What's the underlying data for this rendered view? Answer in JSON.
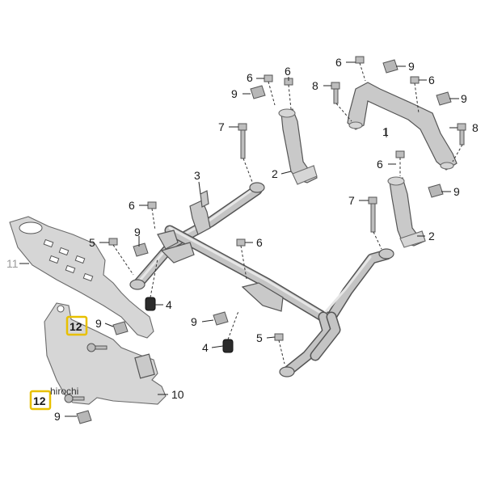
{
  "labels": {
    "l1": "1",
    "l2a": "2",
    "l2b": "2",
    "l3": "3",
    "l4a": "4",
    "l4b": "4",
    "l5a": "5",
    "l5b": "5",
    "l6a": "6",
    "l6b": "6",
    "l6c": "6",
    "l6d": "6",
    "l6e": "6",
    "l6f": "6",
    "l6g": "6",
    "l7a": "7",
    "l7b": "7",
    "l8a": "8",
    "l8b": "8",
    "l9a": "9",
    "l9b": "9",
    "l9c": "9",
    "l9d": "9",
    "l9e": "9",
    "l9f": "9",
    "l9g": "9",
    "l9h": "9",
    "l10": "10",
    "l11": "11",
    "l12a": "12",
    "l12b": "12"
  },
  "watermark": "hirochi",
  "highlight_color": "#e8c000"
}
